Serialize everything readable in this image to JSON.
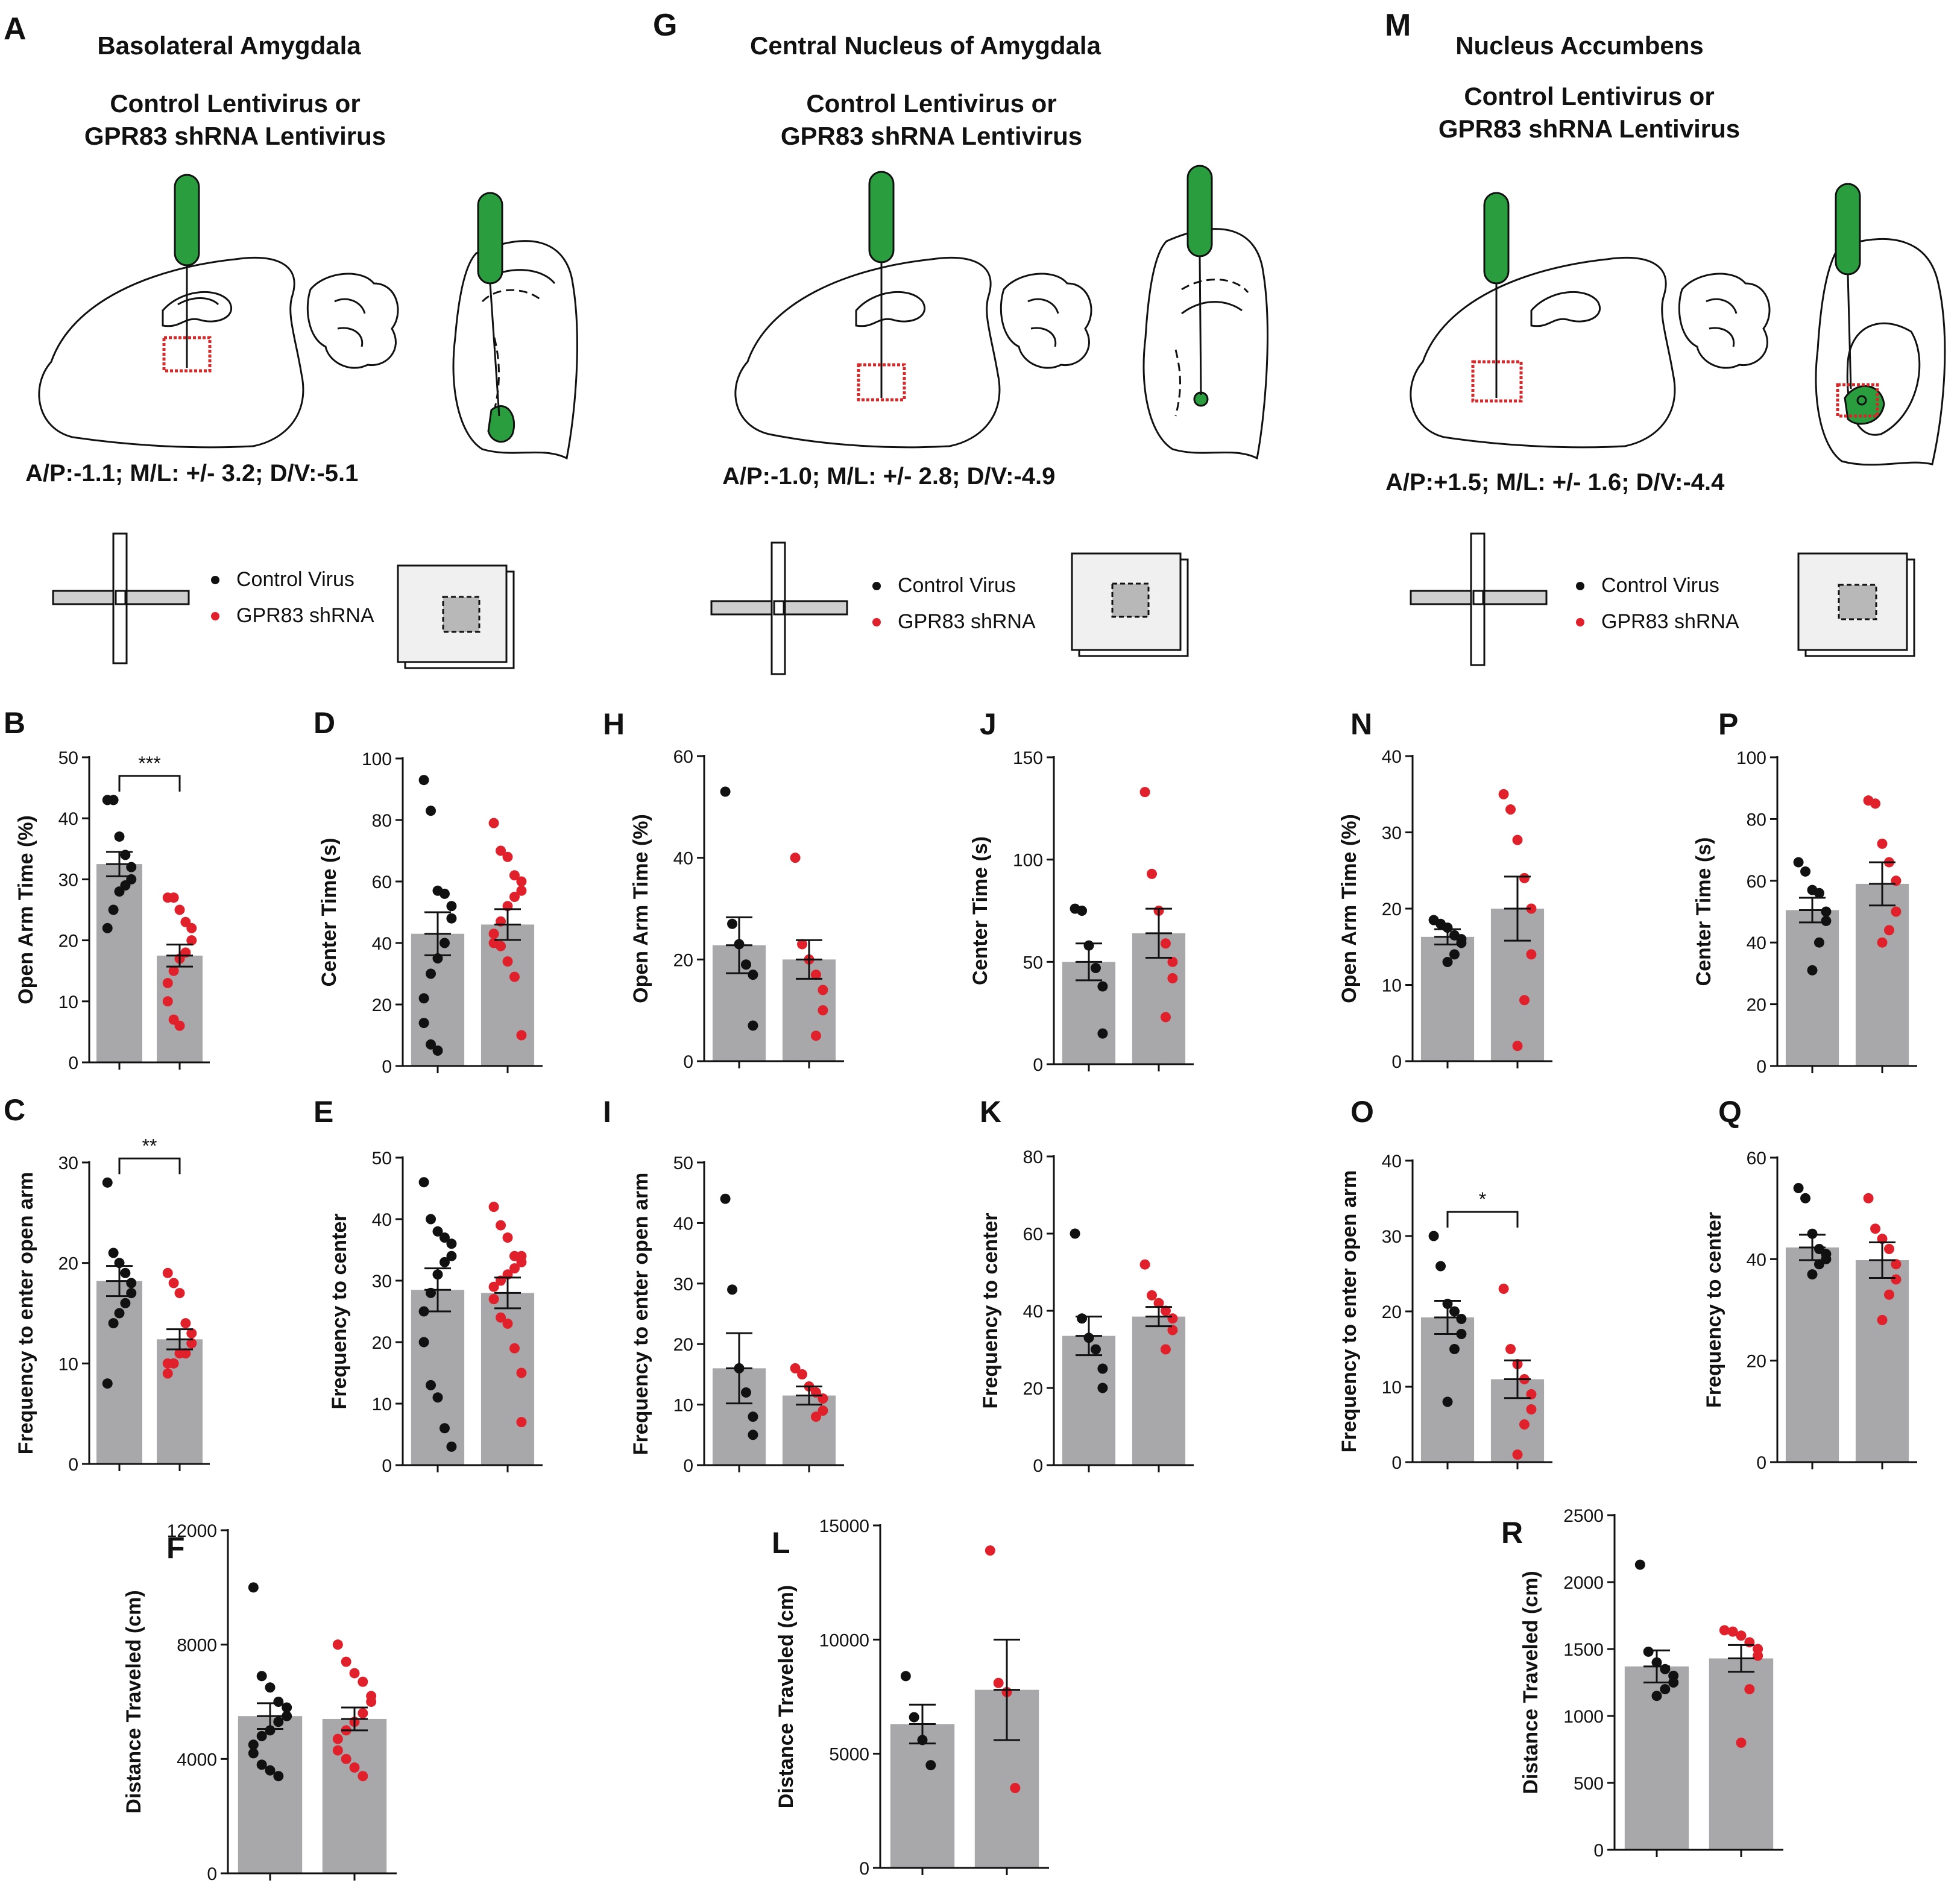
{
  "colors": {
    "bar": "#a8a8ab",
    "control": "#111111",
    "shrna": "#e0202a",
    "green": "#2a9d3e",
    "red_box": "#d8282a"
  },
  "columns": [
    {
      "letter": "A",
      "region_title": "Basolateral Amygdala",
      "virus_line1": "Control Lentivirus  or",
      "virus_line2": "GPR83 shRNA Lentivirus",
      "coords": "A/P:-1.1; M/L: +/- 3.2; D/V:-5.1",
      "legend_control": "Control Virus",
      "legend_shrna": "GPR83 shRNA"
    },
    {
      "letter": "G",
      "region_title": "Central Nucleus of Amygdala",
      "virus_line1": "Control Lentivirus  or",
      "virus_line2": "GPR83 shRNA Lentivirus",
      "coords": "A/P:-1.0; M/L: +/- 2.8; D/V:-4.9",
      "legend_control": "Control Virus",
      "legend_shrna": "GPR83 shRNA"
    },
    {
      "letter": "M",
      "region_title": "Nucleus Accumbens",
      "virus_line1": "Control Lentivirus  or",
      "virus_line2": "GPR83 shRNA Lentivirus",
      "coords": "A/P:+1.5; M/L: +/- 1.6; D/V:-4.4",
      "legend_control": "Control Virus",
      "legend_shrna": "GPR83 shRNA"
    }
  ],
  "chart_data": [
    {
      "letter": "B",
      "type": "bar",
      "ylabel": "Open Arm Time (%)",
      "ylim": [
        0,
        50
      ],
      "yticks": [
        0,
        10,
        20,
        30,
        40,
        50
      ],
      "series": [
        {
          "mean": 32.5,
          "sem": 2.0,
          "points": [
            43,
            43,
            37,
            34,
            32,
            30,
            29,
            28,
            25,
            22
          ]
        },
        {
          "mean": 17.5,
          "sem": 1.8,
          "points": [
            27,
            27,
            25,
            23,
            22,
            20,
            18,
            17,
            15,
            13,
            10,
            7,
            6
          ]
        }
      ],
      "sig": "***"
    },
    {
      "letter": "C",
      "type": "bar",
      "ylabel": "Frequency to enter open arm",
      "ylim": [
        0,
        30
      ],
      "yticks": [
        0,
        10,
        20,
        30
      ],
      "series": [
        {
          "mean": 18.2,
          "sem": 1.5,
          "points": [
            28,
            21,
            20,
            19,
            18,
            17,
            16,
            15,
            14,
            8
          ]
        },
        {
          "mean": 12.4,
          "sem": 1.0,
          "points": [
            19,
            18,
            17,
            14,
            13,
            12,
            11,
            11,
            10,
            10,
            9
          ]
        }
      ],
      "sig": "**"
    },
    {
      "letter": "D",
      "type": "bar",
      "ylabel": "Center Time (s)",
      "ylim": [
        0,
        100
      ],
      "yticks": [
        0,
        20,
        40,
        60,
        80,
        100
      ],
      "series": [
        {
          "mean": 43,
          "sem": 7,
          "points": [
            93,
            83,
            57,
            56,
            52,
            48,
            40,
            35,
            30,
            22,
            14,
            7,
            5
          ]
        },
        {
          "mean": 46,
          "sem": 5,
          "points": [
            79,
            70,
            68,
            62,
            60,
            57,
            55,
            52,
            47,
            43,
            40,
            39,
            34,
            29,
            10
          ]
        }
      ]
    },
    {
      "letter": "E",
      "type": "bar",
      "ylabel": "Frequency to center",
      "ylim": [
        0,
        50
      ],
      "yticks": [
        0,
        10,
        20,
        30,
        40,
        50
      ],
      "series": [
        {
          "mean": 28.5,
          "sem": 3.5,
          "points": [
            46,
            40,
            38,
            37,
            36,
            34,
            33,
            31,
            28,
            25,
            20,
            13,
            11,
            6,
            3
          ]
        },
        {
          "mean": 28,
          "sem": 2.5,
          "points": [
            42,
            39,
            37,
            34,
            34,
            33,
            32,
            31,
            30,
            29,
            27,
            24,
            23,
            19,
            15,
            7
          ]
        }
      ]
    },
    {
      "letter": "F",
      "type": "bar",
      "ylabel": "Distance Traveled (cm)",
      "ylim": [
        0,
        12000
      ],
      "yticks": [
        0,
        4000,
        8000,
        12000
      ],
      "series": [
        {
          "mean": 5500,
          "sem": 450,
          "points": [
            10000,
            6900,
            6500,
            6000,
            5800,
            5500,
            5300,
            5000,
            4800,
            4500,
            4200,
            3800,
            3600,
            3400
          ]
        },
        {
          "mean": 5400,
          "sem": 400,
          "points": [
            8000,
            7400,
            7000,
            6700,
            6200,
            6000,
            5600,
            5300,
            5000,
            4700,
            4300,
            4000,
            3700,
            3400
          ]
        }
      ]
    },
    {
      "letter": "H",
      "type": "bar",
      "ylabel": "Open Arm Time (%)",
      "ylim": [
        0,
        60
      ],
      "yticks": [
        0,
        20,
        40,
        60
      ],
      "series": [
        {
          "mean": 22.8,
          "sem": 5.5,
          "points": [
            53,
            27,
            23,
            19,
            17,
            7
          ]
        },
        {
          "mean": 20,
          "sem": 3.8,
          "points": [
            40,
            23,
            20,
            17,
            14,
            10,
            5
          ]
        }
      ]
    },
    {
      "letter": "I",
      "type": "bar",
      "ylabel": "Frequency to enter open arm",
      "ylim": [
        0,
        50
      ],
      "yticks": [
        0,
        10,
        20,
        30,
        40,
        50
      ],
      "series": [
        {
          "mean": 16,
          "sem": 5.8,
          "points": [
            44,
            29,
            16,
            12,
            8,
            5
          ]
        },
        {
          "mean": 11.5,
          "sem": 1.5,
          "points": [
            16,
            15,
            13,
            12,
            11,
            9,
            8
          ]
        }
      ]
    },
    {
      "letter": "J",
      "type": "bar",
      "ylabel": "Center Time (s)",
      "ylim": [
        0,
        150
      ],
      "yticks": [
        0,
        50,
        100,
        150
      ],
      "series": [
        {
          "mean": 50,
          "sem": 9,
          "points": [
            76,
            75,
            58,
            47,
            38,
            15
          ]
        },
        {
          "mean": 64,
          "sem": 12,
          "points": [
            133,
            93,
            75,
            59,
            50,
            42,
            23
          ]
        }
      ]
    },
    {
      "letter": "K",
      "type": "bar",
      "ylabel": "Frequency to center",
      "ylim": [
        0,
        80
      ],
      "yticks": [
        0,
        20,
        40,
        60,
        80
      ],
      "series": [
        {
          "mean": 33.5,
          "sem": 5,
          "points": [
            60,
            38,
            33,
            30,
            25,
            20
          ]
        },
        {
          "mean": 38.5,
          "sem": 2.5,
          "points": [
            52,
            44,
            42,
            40,
            38,
            35,
            30
          ]
        }
      ]
    },
    {
      "letter": "L",
      "type": "bar",
      "ylabel": "Distance Traveled (cm)",
      "ylim": [
        0,
        15000
      ],
      "yticks": [
        0,
        5000,
        10000,
        15000
      ],
      "series": [
        {
          "mean": 6300,
          "sem": 850,
          "points": [
            8400,
            6600,
            5600,
            4500
          ]
        },
        {
          "mean": 7800,
          "sem": 2200,
          "points": [
            13900,
            8100,
            7700,
            3500
          ]
        }
      ]
    },
    {
      "letter": "N",
      "type": "bar",
      "ylabel": "Open Arm Time (%)",
      "ylim": [
        0,
        40
      ],
      "yticks": [
        0,
        10,
        20,
        30,
        40
      ],
      "series": [
        {
          "mean": 16.3,
          "sem": 1.0,
          "points": [
            18.5,
            18,
            17.5,
            16.5,
            16,
            15.5,
            14,
            13
          ]
        },
        {
          "mean": 20,
          "sem": 4.2,
          "points": [
            35,
            33,
            29,
            24,
            20,
            14,
            8,
            2
          ]
        }
      ]
    },
    {
      "letter": "O",
      "type": "bar",
      "ylabel": "Frequency to enter open arm",
      "ylim": [
        0,
        40
      ],
      "yticks": [
        0,
        10,
        20,
        30,
        40
      ],
      "series": [
        {
          "mean": 19.2,
          "sem": 2.2,
          "points": [
            30,
            26,
            21,
            20,
            19,
            17,
            15,
            8
          ]
        },
        {
          "mean": 11,
          "sem": 2.5,
          "points": [
            23,
            15,
            13,
            11,
            9,
            7,
            5,
            1
          ]
        }
      ],
      "sig": "*"
    },
    {
      "letter": "P",
      "type": "bar",
      "ylabel": "Center Time (s)",
      "ylim": [
        0,
        100
      ],
      "yticks": [
        0,
        20,
        40,
        60,
        80,
        100
      ],
      "series": [
        {
          "mean": 50.5,
          "sem": 4,
          "points": [
            66,
            63,
            57,
            56,
            50,
            47,
            40,
            31
          ]
        },
        {
          "mean": 59,
          "sem": 7,
          "points": [
            86,
            85,
            72,
            66,
            60,
            50,
            44,
            40
          ]
        }
      ]
    },
    {
      "letter": "Q",
      "type": "bar",
      "ylabel": "Frequency to center",
      "ylim": [
        0,
        60
      ],
      "yticks": [
        0,
        20,
        40,
        60
      ],
      "series": [
        {
          "mean": 42.3,
          "sem": 2.5,
          "points": [
            54,
            52,
            45,
            42,
            41,
            40,
            39,
            37
          ]
        },
        {
          "mean": 39.8,
          "sem": 3.5,
          "points": [
            52,
            46,
            44,
            42,
            39,
            36,
            33,
            28
          ]
        }
      ]
    },
    {
      "letter": "R",
      "type": "bar",
      "ylabel": "Distance Traveled (cm)",
      "ylim": [
        0,
        2500
      ],
      "yticks": [
        0,
        500,
        1000,
        1500,
        2000,
        2500
      ],
      "series": [
        {
          "mean": 1370,
          "sem": 120,
          "points": [
            2130,
            1480,
            1400,
            1350,
            1300,
            1250,
            1200,
            1150
          ]
        },
        {
          "mean": 1430,
          "sem": 100,
          "points": [
            1640,
            1630,
            1600,
            1550,
            1500,
            1450,
            1200,
            800
          ]
        }
      ]
    }
  ]
}
